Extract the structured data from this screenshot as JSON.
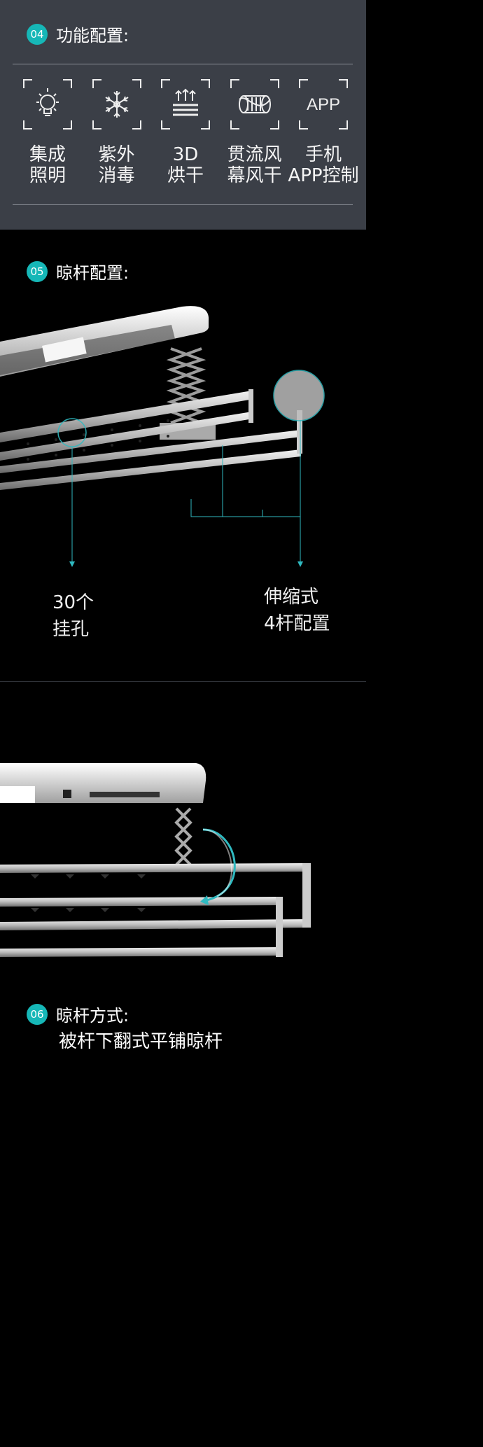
{
  "features_section": {
    "number": "04",
    "title": "功能配置:",
    "items": [
      {
        "icon": "bulb-icon",
        "line1": "集成",
        "line2": "照明"
      },
      {
        "icon": "snowflake-icon",
        "line1": "紫外",
        "line2": "消毒"
      },
      {
        "icon": "heat-dry-icon",
        "line1": "3D",
        "line2": "烘干"
      },
      {
        "icon": "airflow-icon",
        "line1": "贯流风",
        "line2": "幕风干"
      },
      {
        "icon": "app-icon",
        "icon_text": "APP",
        "line1": "手机",
        "line2": "APP控制"
      }
    ]
  },
  "rails_section": {
    "number": "05",
    "title": "晾杆配置:",
    "callout_left": {
      "line1": "30个",
      "line2": "挂孔"
    },
    "callout_right": {
      "line1": "伸缩式",
      "line2": "4杆配置"
    }
  },
  "mode_section": {
    "number": "06",
    "title": "晾杆方式:",
    "subtitle": "被杆下翻式平铺晾杆"
  },
  "colors": {
    "accent": "#16b7b7",
    "panel": "#3b3f47",
    "background": "#000000"
  }
}
